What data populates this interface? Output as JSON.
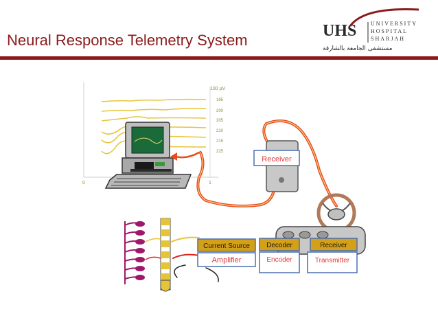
{
  "slide": {
    "title": "Neural Response Telemetry System"
  },
  "logo": {
    "abbr": "UHS",
    "line1": "UNIVERSITY",
    "line2": "HOSPITAL",
    "line3": "SHARJAH",
    "arabic": "مستشفى الجامعة بالشارقة"
  },
  "graph": {
    "top_label": "100 µV",
    "trace_labels": [
      "195",
      "200",
      "205",
      "210",
      "215",
      "225"
    ],
    "x_start": "0",
    "x_end": "1"
  },
  "boxes": {
    "receiver_top": "Receiver",
    "current_source": "Current Source",
    "amplifier": "Amplifier",
    "decoder": "Decoder",
    "encoder": "Encoder",
    "receiver_bottom": "Receiver",
    "transmitter": "Transmitter"
  },
  "colors": {
    "title": "#8b1a1a",
    "box_text": "#e03a3a",
    "box_border": "#4a6fb0",
    "header_fill": "#d4a017",
    "cable": "#e84a1a",
    "electrode": "#a0186a"
  }
}
